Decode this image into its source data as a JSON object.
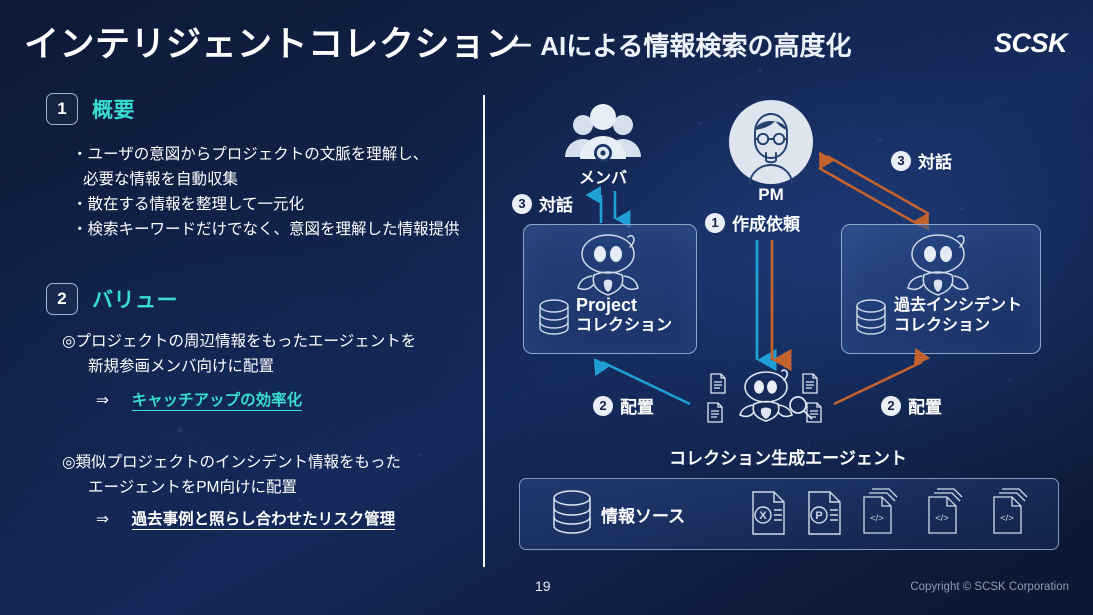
{
  "header": {
    "title_main": "インテリジェントコレクション",
    "title_sub": "－ AIによる情報検索の高度化",
    "logo": "SCSK"
  },
  "left": {
    "sections": [
      {
        "number": "1",
        "title": "概要",
        "lines": [
          "・ユーザの意図からプロジェクトの文脈を理解し、",
          "必要な情報を自動収集",
          "・散在する情報を整理して一元化",
          "・検索キーワードだけでなく、意図を理解した情報提供"
        ]
      },
      {
        "number": "2",
        "title": "バリュー",
        "block1": {
          "line1": "◎プロジェクトの周辺情報をもったエージェントを",
          "line2": "新規参画メンバ向けに配置",
          "arrow": "⇒",
          "result": "キャッチアップの効率化"
        },
        "block2": {
          "line1": "◎類似プロジェクトのインシデント情報をもった",
          "line2": "エージェントをPM向けに配置",
          "arrow": "⇒",
          "result": "過去事例と照らし合わせたリスク管理"
        }
      }
    ]
  },
  "diagram": {
    "members_label": "メンバ",
    "pm_label": "PM",
    "steps": {
      "dialog_left": {
        "num": "3",
        "text": "対話"
      },
      "dialog_right": {
        "num": "3",
        "text": "対話"
      },
      "request": {
        "num": "1",
        "text": "作成依頼"
      },
      "deploy_left": {
        "num": "2",
        "text": "配置"
      },
      "deploy_right": {
        "num": "2",
        "text": "配置"
      }
    },
    "box_left": {
      "line1": "Project",
      "line2": "コレクション"
    },
    "box_right": {
      "line1": "過去インシデント",
      "line2": "コレクション"
    },
    "center_agent_label": "コレクション生成エージェント",
    "source_bar": {
      "label": "情報ソース",
      "icons": [
        "excel-file-icon",
        "powerpoint-file-icon",
        "code-file-icon",
        "code-file-icon",
        "code-file-icon"
      ],
      "icon_glyphs": [
        "X",
        "P",
        "</>",
        "</>",
        "</>"
      ]
    }
  },
  "footer": {
    "page_number": "19",
    "copyright": "Copyright © SCSK Corporation"
  },
  "colors": {
    "accent_cyan": "#38ddd0",
    "arrow_blue": "#1f9fd4",
    "arrow_orange": "#c2622e",
    "bg_dark": "#0d1938",
    "text_white": "#ffffff"
  }
}
